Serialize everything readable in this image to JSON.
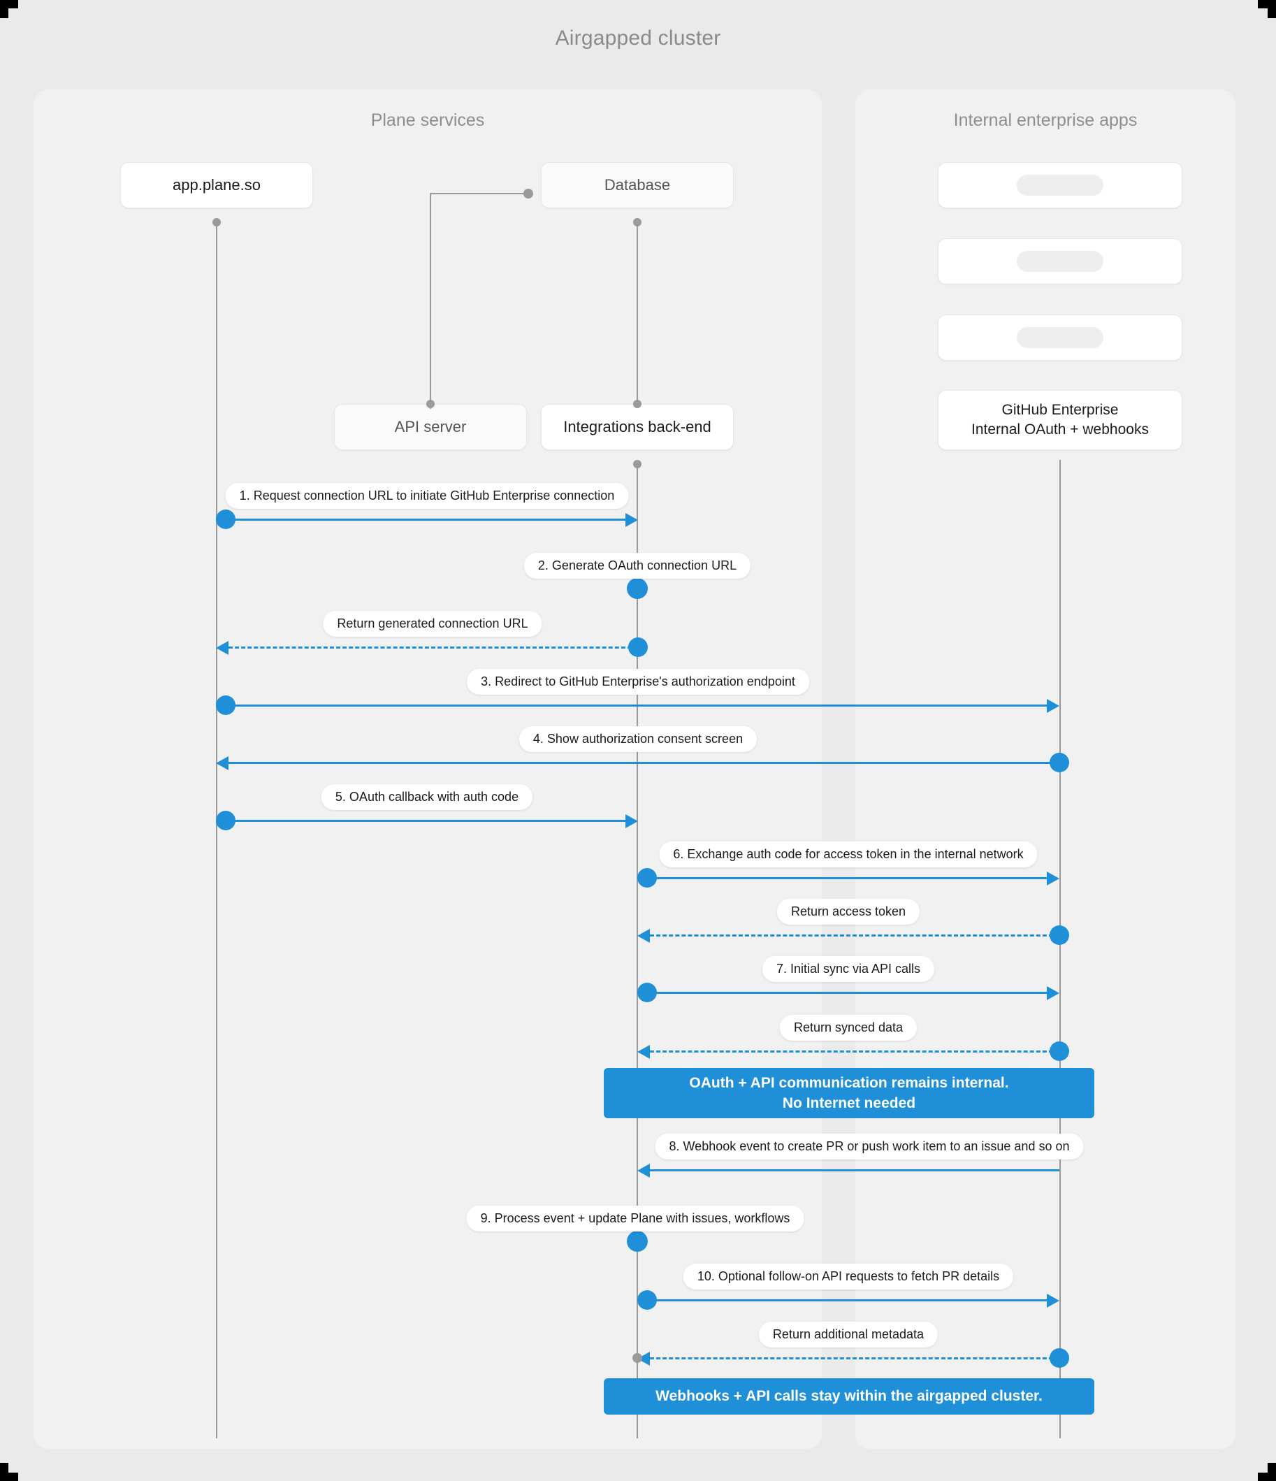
{
  "diagram": {
    "title": "Airgapped cluster",
    "type": "sequence"
  },
  "lanes": [
    {
      "id": "plane",
      "title": "Plane services"
    },
    {
      "id": "apps",
      "title": "Internal enterprise apps"
    }
  ],
  "nodes": {
    "app_plane": "app.plane.so",
    "database": "Database",
    "api_server": "API server",
    "integrations_backend": "Integrations back-end",
    "github_line1": "GitHub Enterprise",
    "github_line2": "Internal OAuth + webhooks",
    "placeholder_1": "",
    "placeholder_2": "",
    "placeholder_3": ""
  },
  "messages": [
    {
      "n": 1,
      "label": "1. Request connection URL to initiate GitHub Enterprise connection",
      "from": "app.plane.so",
      "to": "Integrations back-end",
      "style": "solid",
      "direction": "right"
    },
    {
      "n": 2,
      "label": "2. Generate OAuth connection URL",
      "from": "Integrations back-end",
      "to": "Integrations back-end",
      "style": "self",
      "direction": "self"
    },
    {
      "n": 3,
      "label": "Return generated connection URL",
      "from": "Integrations back-end",
      "to": "app.plane.so",
      "style": "dashed",
      "direction": "left"
    },
    {
      "n": 4,
      "label": "3. Redirect to GitHub Enterprise's authorization endpoint",
      "from": "app.plane.so",
      "to": "GitHub Enterprise",
      "style": "solid",
      "direction": "right"
    },
    {
      "n": 5,
      "label": "4. Show authorization consent screen",
      "from": "GitHub Enterprise",
      "to": "app.plane.so",
      "style": "solid",
      "direction": "left"
    },
    {
      "n": 6,
      "label": "5. OAuth callback with auth code",
      "from": "app.plane.so",
      "to": "Integrations back-end",
      "style": "solid",
      "direction": "right"
    },
    {
      "n": 7,
      "label": "6. Exchange auth code for access token in the internal network",
      "from": "Integrations back-end",
      "to": "GitHub Enterprise",
      "style": "solid",
      "direction": "right"
    },
    {
      "n": 8,
      "label": "Return access token",
      "from": "GitHub Enterprise",
      "to": "Integrations back-end",
      "style": "dashed",
      "direction": "left"
    },
    {
      "n": 9,
      "label": "7. Initial sync via API calls",
      "from": "Integrations back-end",
      "to": "GitHub Enterprise",
      "style": "solid",
      "direction": "right"
    },
    {
      "n": 10,
      "label": "Return synced data",
      "from": "GitHub Enterprise",
      "to": "Integrations back-end",
      "style": "dashed",
      "direction": "left"
    },
    {
      "n": 11,
      "label": "8. Webhook event to create PR  or push work item to an issue  and so on",
      "from": "GitHub Enterprise",
      "to": "Integrations back-end",
      "style": "solid",
      "direction": "left"
    },
    {
      "n": 12,
      "label": "9. Process event + update Plane with issues, workflows",
      "from": "Integrations back-end",
      "to": "Integrations back-end",
      "style": "self",
      "direction": "self"
    },
    {
      "n": 13,
      "label": "10. Optional follow-on API requests to fetch PR details",
      "from": "Integrations back-end",
      "to": "GitHub Enterprise",
      "style": "solid",
      "direction": "right"
    },
    {
      "n": 14,
      "label": "Return additional metadata",
      "from": "GitHub Enterprise",
      "to": "Integrations back-end",
      "style": "dashed",
      "direction": "left"
    }
  ],
  "notes": {
    "internal_line1": "OAuth + API communication remains internal.",
    "internal_line2": "No Internet needed",
    "cluster": "Webhooks + API calls stay within the airgapped cluster."
  },
  "colors": {
    "accent": "#1f8fd8",
    "note_bg": "#1f8fd8",
    "note_text": "#ffffff",
    "canvas": "#eaeaea",
    "lane_bg": "#f1f1f1",
    "lifeline": "#9a9a9a",
    "title_text": "#8a8a8a"
  }
}
